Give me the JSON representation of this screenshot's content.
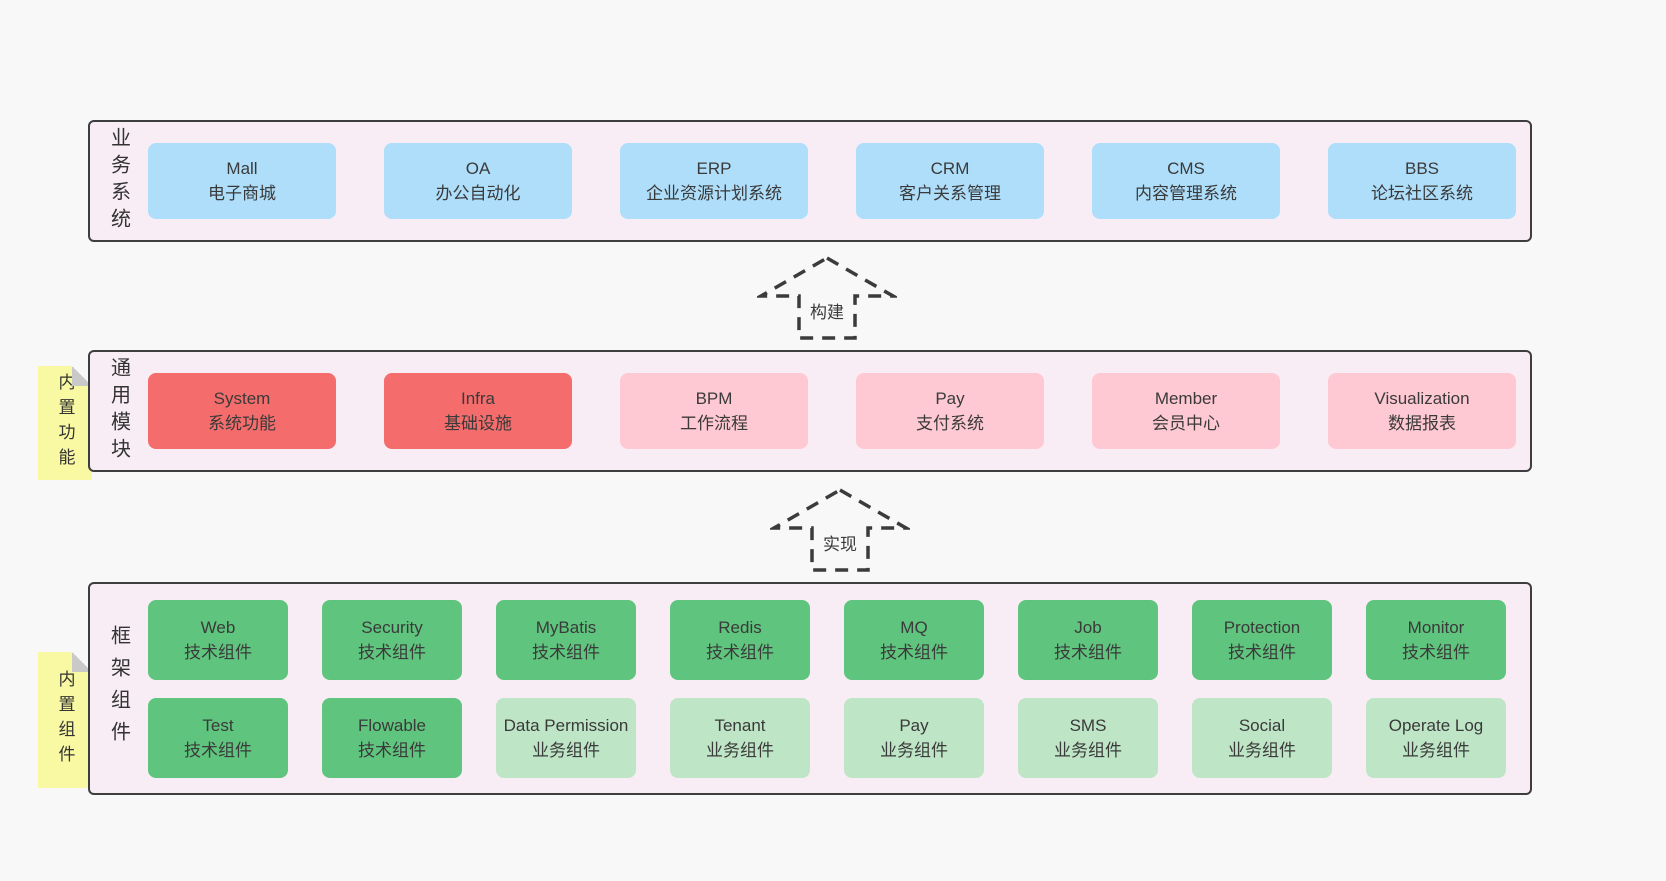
{
  "palette": {
    "pageBg": "#f8f8f8",
    "bandBg": "#f8edf5",
    "bandBorder": "#3e3e3e",
    "blue": "#aedefa",
    "red": "#f56c6c",
    "pink": "#fec9d3",
    "green": "#5fc47d",
    "lightgreen": "#bee5c6",
    "noteBg": "#f9f9a3",
    "noteFold": "#c9c9c9",
    "arrowStroke": "#3b3b3b",
    "text": "#3a3a3a"
  },
  "arrows": [
    {
      "label": "构建"
    },
    {
      "label": "实现"
    }
  ],
  "bands": [
    {
      "id": "business-systems",
      "label": "业务系统",
      "note": null,
      "rows": [
        [
          {
            "name": "Mall",
            "desc": "电子商城",
            "type": "blue"
          },
          {
            "name": "OA",
            "desc": "办公自动化",
            "type": "blue"
          },
          {
            "name": "ERP",
            "desc": "企业资源计划系统",
            "type": "blue"
          },
          {
            "name": "CRM",
            "desc": "客户关系管理",
            "type": "blue"
          },
          {
            "name": "CMS",
            "desc": "内容管理系统",
            "type": "blue"
          },
          {
            "name": "BBS",
            "desc": "论坛社区系统",
            "type": "blue"
          }
        ]
      ]
    },
    {
      "id": "common-modules",
      "label": "通用模块",
      "note": "内置功能",
      "rows": [
        [
          {
            "name": "System",
            "desc": "系统功能",
            "type": "red"
          },
          {
            "name": "Infra",
            "desc": "基础设施",
            "type": "red"
          },
          {
            "name": "BPM",
            "desc": "工作流程",
            "type": "pink"
          },
          {
            "name": "Pay",
            "desc": "支付系统",
            "type": "pink"
          },
          {
            "name": "Member",
            "desc": "会员中心",
            "type": "pink"
          },
          {
            "name": "Visualization",
            "desc": "数据报表",
            "type": "pink"
          }
        ]
      ]
    },
    {
      "id": "framework-components",
      "label": "框架组件",
      "note": "内置组件",
      "rows": [
        [
          {
            "name": "Web",
            "desc": "技术组件",
            "type": "green"
          },
          {
            "name": "Security",
            "desc": "技术组件",
            "type": "green"
          },
          {
            "name": "MyBatis",
            "desc": "技术组件",
            "type": "green"
          },
          {
            "name": "Redis",
            "desc": "技术组件",
            "type": "green"
          },
          {
            "name": "MQ",
            "desc": "技术组件",
            "type": "green"
          },
          {
            "name": "Job",
            "desc": "技术组件",
            "type": "green"
          },
          {
            "name": "Protection",
            "desc": "技术组件",
            "type": "green"
          },
          {
            "name": "Monitor",
            "desc": "技术组件",
            "type": "green"
          }
        ],
        [
          {
            "name": "Test",
            "desc": "技术组件",
            "type": "green"
          },
          {
            "name": "Flowable",
            "desc": "技术组件",
            "type": "green"
          },
          {
            "name": "Data Permission",
            "desc": "业务组件",
            "type": "lightgreen"
          },
          {
            "name": "Tenant",
            "desc": "业务组件",
            "type": "lightgreen"
          },
          {
            "name": "Pay",
            "desc": "业务组件",
            "type": "lightgreen"
          },
          {
            "name": "SMS",
            "desc": "业务组件",
            "type": "lightgreen"
          },
          {
            "name": "Social",
            "desc": "业务组件",
            "type": "lightgreen"
          },
          {
            "name": "Operate Log",
            "desc": "业务组件",
            "type": "lightgreen"
          }
        ]
      ]
    }
  ]
}
